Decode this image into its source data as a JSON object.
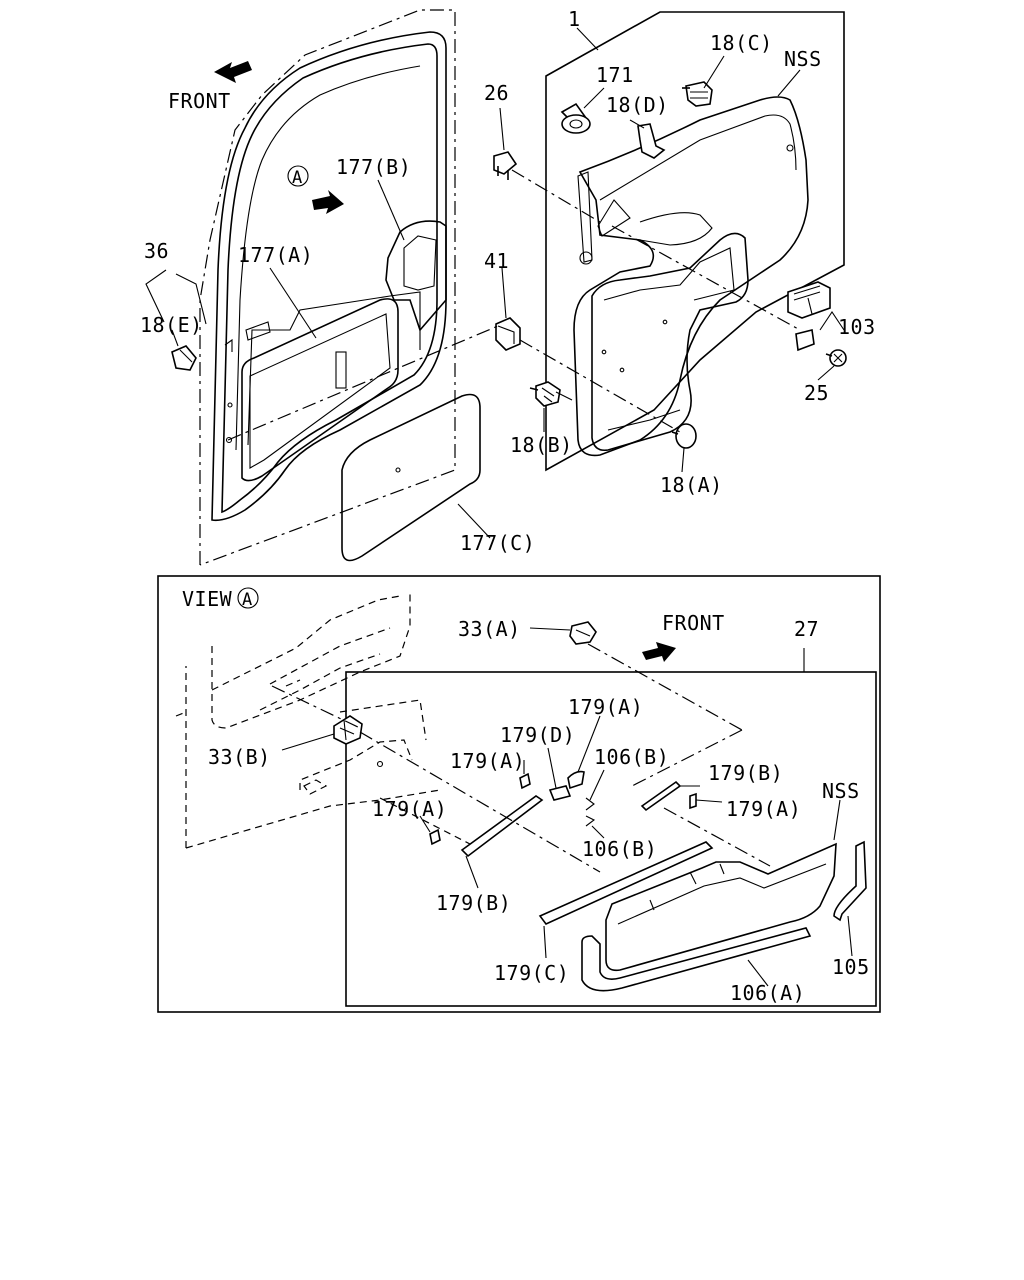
{
  "labels": {
    "front_top": "FRONT",
    "view_a_marker": "A",
    "p1": "1",
    "p18c": "18(C)",
    "nss_top": "NSS",
    "p171": "171",
    "p18d": "18(D)",
    "p26": "26",
    "p177b": "177(B)",
    "p36": "36",
    "p177a": "177(A)",
    "p41": "41",
    "p18e": "18(E)",
    "p103": "103",
    "p25": "25",
    "p18b": "18(B)",
    "p18a": "18(A)",
    "p177c": "177(C)",
    "view_text": "VIEW",
    "view_circle": "A",
    "p33a": "33(A)",
    "front_bottom": "FRONT",
    "p27": "27",
    "p179a_1": "179(A)",
    "p179d": "179(D)",
    "p106b_1": "106(B)",
    "p179a_2": "179(A)",
    "p179b_1": "179(B)",
    "p33b": "33(B)",
    "nss_bottom": "NSS",
    "p179a_3": "179(A)",
    "p179a_4": "179(A)",
    "p106b_2": "106(B)",
    "p179b_2": "179(B)",
    "p179c": "179(C)",
    "p105": "105",
    "p106a": "106(A)"
  }
}
